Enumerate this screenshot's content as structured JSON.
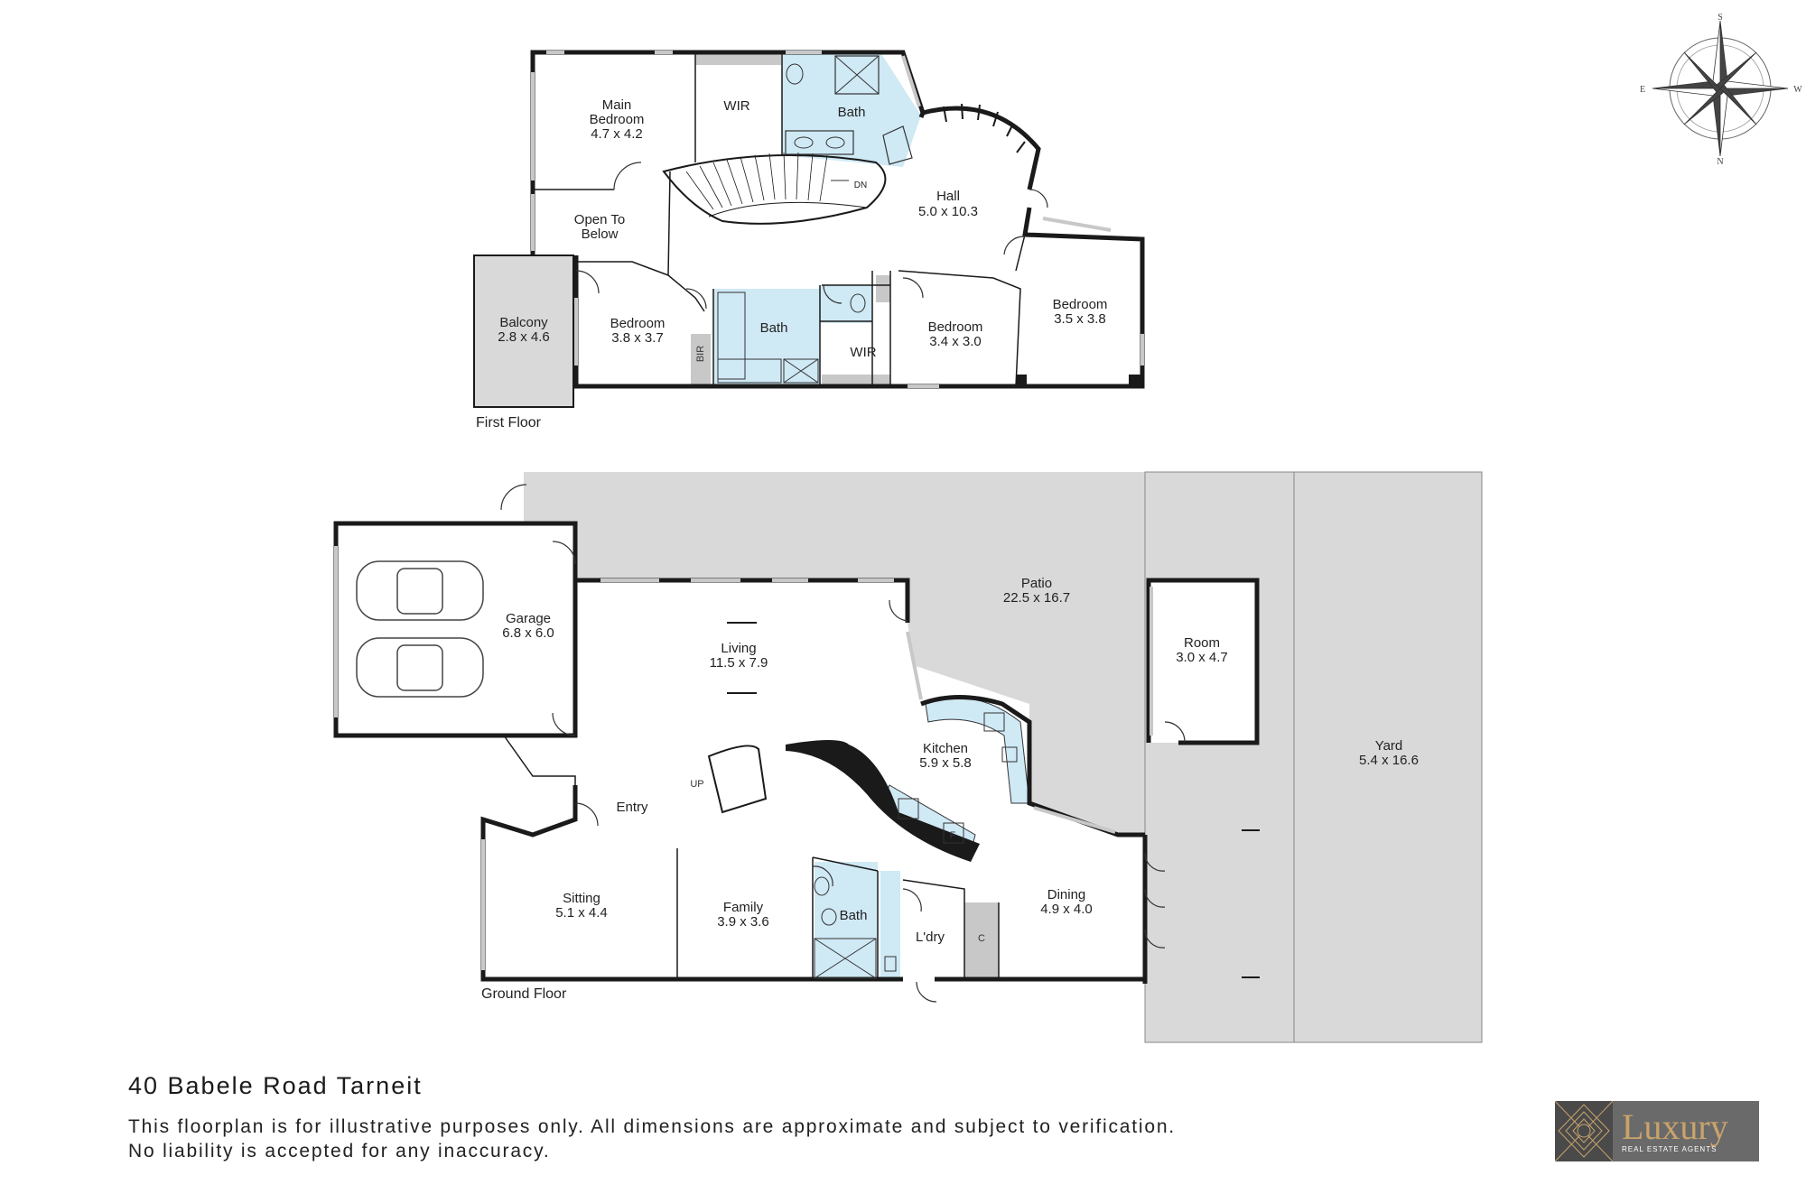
{
  "floors": {
    "first": "First Floor",
    "ground": "Ground Floor"
  },
  "rooms": {
    "main_bedroom": [
      "Main",
      "Bedroom",
      "4.7 x 4.2"
    ],
    "wir_top": "WIR",
    "bath_top": "Bath",
    "hall": [
      "Hall",
      "5.0 x 10.3"
    ],
    "open_to_below": [
      "Open To",
      "Below"
    ],
    "dn": "DN",
    "balcony": [
      "Balcony",
      "2.8 x 4.6"
    ],
    "bedroom_a": [
      "Bedroom",
      "3.8 x 3.7"
    ],
    "bir": "BIR",
    "bath_mid": "Bath",
    "wir_mid": "WIR",
    "bedroom_b": [
      "Bedroom",
      "3.4 x 3.0"
    ],
    "bedroom_c": [
      "Bedroom",
      "3.5 x 3.8"
    ],
    "garage": [
      "Garage",
      "6.8 x 6.0"
    ],
    "patio": [
      "Patio",
      "22.5 x 16.7"
    ],
    "room": [
      "Room",
      "3.0 x 4.7"
    ],
    "yard": [
      "Yard",
      "5.4 x 16.6"
    ],
    "living": [
      "Living",
      "11.5 x 7.9"
    ],
    "kitchen": [
      "Kitchen",
      "5.9 x 5.8"
    ],
    "fridge": "F",
    "up": "UP",
    "entry": "Entry",
    "sitting": [
      "Sitting",
      "5.1 x 4.4"
    ],
    "family": [
      "Family",
      "3.9 x 3.6"
    ],
    "bath_ground": "Bath",
    "laundry": "L'dry",
    "cupboard": "C",
    "dining": [
      "Dining",
      "4.9 x 4.0"
    ]
  },
  "compass": {
    "s": "S",
    "w": "W",
    "n": "N",
    "e": "E"
  },
  "address": "40 Babele Road Tarneit",
  "disclaimer": [
    "This floorplan is for illustrative purposes only. All dimensions are approximate and subject to verification.",
    "No liability is accepted for any inaccuracy."
  ],
  "logo": {
    "word": "Luxury",
    "sub": "REAL ESTATE AGENTS"
  },
  "colors": {
    "wet_area": "#cfe9f5",
    "outdoor": "#d9d9d9",
    "wall": "#1a1a1a",
    "logo_bg": "#6a6a6a",
    "logo_gold": "#c9a36b"
  }
}
